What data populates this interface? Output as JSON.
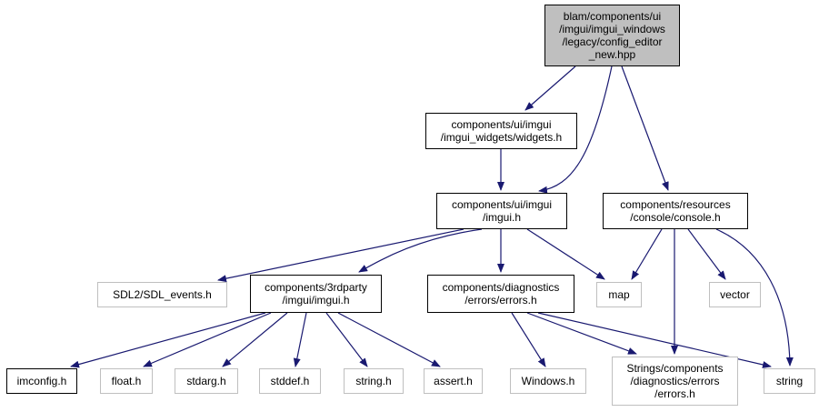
{
  "graph": {
    "nodes": [
      {
        "id": "root",
        "label": "blam/components/ui\n/imgui/imgui_windows\n/legacy/config_editor\n_new.hpp",
        "style": "root"
      },
      {
        "id": "widgets",
        "label": "components/ui/imgui\n/imgui_widgets/widgets.h",
        "style": "normal"
      },
      {
        "id": "imgui_ui",
        "label": "components/ui/imgui\n/imgui.h",
        "style": "normal"
      },
      {
        "id": "console",
        "label": "components/resources\n/console/console.h",
        "style": "normal"
      },
      {
        "id": "sdl",
        "label": "SDL2/SDL_events.h",
        "style": "external"
      },
      {
        "id": "imgui3rd",
        "label": "components/3rdparty\n/imgui/imgui.h",
        "style": "normal"
      },
      {
        "id": "errors",
        "label": "components/diagnostics\n/errors/errors.h",
        "style": "normal"
      },
      {
        "id": "map",
        "label": "map",
        "style": "external"
      },
      {
        "id": "vector",
        "label": "vector",
        "style": "external"
      },
      {
        "id": "imconfig",
        "label": "imconfig.h",
        "style": "normal"
      },
      {
        "id": "float",
        "label": "float.h",
        "style": "external"
      },
      {
        "id": "stdarg",
        "label": "stdarg.h",
        "style": "external"
      },
      {
        "id": "stddef",
        "label": "stddef.h",
        "style": "external"
      },
      {
        "id": "stringh",
        "label": "string.h",
        "style": "external"
      },
      {
        "id": "assert",
        "label": "assert.h",
        "style": "external"
      },
      {
        "id": "windows",
        "label": "Windows.h",
        "style": "external"
      },
      {
        "id": "strings",
        "label": "Strings/components\n/diagnostics/errors\n/errors.h",
        "style": "external"
      },
      {
        "id": "string",
        "label": "string",
        "style": "external"
      }
    ],
    "edges": [
      {
        "from": "root",
        "to": "widgets"
      },
      {
        "from": "root",
        "to": "imgui_ui"
      },
      {
        "from": "root",
        "to": "console"
      },
      {
        "from": "widgets",
        "to": "imgui_ui"
      },
      {
        "from": "imgui_ui",
        "to": "sdl"
      },
      {
        "from": "imgui_ui",
        "to": "imgui3rd"
      },
      {
        "from": "imgui_ui",
        "to": "errors"
      },
      {
        "from": "imgui_ui",
        "to": "map"
      },
      {
        "from": "console",
        "to": "map"
      },
      {
        "from": "console",
        "to": "vector"
      },
      {
        "from": "console",
        "to": "strings"
      },
      {
        "from": "console",
        "to": "string"
      },
      {
        "from": "imgui3rd",
        "to": "imconfig"
      },
      {
        "from": "imgui3rd",
        "to": "float"
      },
      {
        "from": "imgui3rd",
        "to": "stdarg"
      },
      {
        "from": "imgui3rd",
        "to": "stddef"
      },
      {
        "from": "imgui3rd",
        "to": "stringh"
      },
      {
        "from": "imgui3rd",
        "to": "assert"
      },
      {
        "from": "errors",
        "to": "windows"
      },
      {
        "from": "errors",
        "to": "strings"
      },
      {
        "from": "errors",
        "to": "string"
      }
    ],
    "colors": {
      "edge": "#191970",
      "root_fill": "#bfbfbf",
      "external_border": "#bfbfbf",
      "node_border": "#000000"
    }
  }
}
